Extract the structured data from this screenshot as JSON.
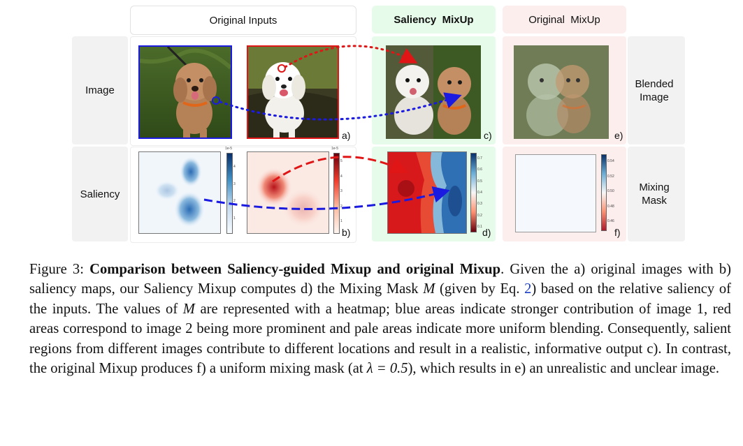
{
  "headers": {
    "original_inputs": "Original Inputs",
    "saliency_mixup": "Saliency  MixUp",
    "original_mixup": "Original  MixUp"
  },
  "row_labels": {
    "image": "Image",
    "saliency": "Saliency",
    "blended": "Blended Image",
    "mixing": "Mixing Mask"
  },
  "panel_tags": {
    "a": "a)",
    "b": "b)",
    "c": "c)",
    "d": "d)",
    "e": "e)",
    "f": "f)"
  },
  "colorbar_ticks": {
    "b1_exp": "1e-5",
    "b1": [
      "4",
      "3",
      "2",
      "1"
    ],
    "b2_exp": "1e-5",
    "b2": [
      "5",
      "4",
      "3",
      "2",
      "1"
    ],
    "d": [
      "0.7",
      "0.6",
      "0.5",
      "0.4",
      "0.3",
      "0.2",
      "0.1"
    ],
    "f": [
      "0.54",
      "0.52",
      "0.50",
      "0.48",
      "0.46"
    ]
  },
  "caption": {
    "figure_label": "Figure 3:",
    "title": "Comparison between Saliency-guided Mixup and original Mixup",
    "p1": ". Given the a) original images with b) saliency maps, our Saliency Mixup computes d) the Mixing Mask ",
    "M1": "M",
    "p2": " (given by Eq. ",
    "eq_ref": "2",
    "p3": ") based on the relative saliency of the inputs. The values of ",
    "M2": "M",
    "p4": " are represented with a heatmap; blue areas indicate stronger contribution of image 1, red areas correspond to image 2 being more prominent and pale areas indicate more uniform blending. Consequently, salient regions from different images contribute to different locations and result in a realistic, informative output c). In contrast, the original Mixup produces f) a uniform mixing mask (at ",
    "lambda_expr": "λ = 0.5",
    "p5": "), which results in e) an unrealistic and unclear image."
  },
  "colors": {
    "green_panel": "#e6fbea",
    "pink_panel": "#fdeeee",
    "gray_panel": "#f2f2f2",
    "arrow_red": "#e01515",
    "arrow_blue": "#1a1ae0"
  }
}
